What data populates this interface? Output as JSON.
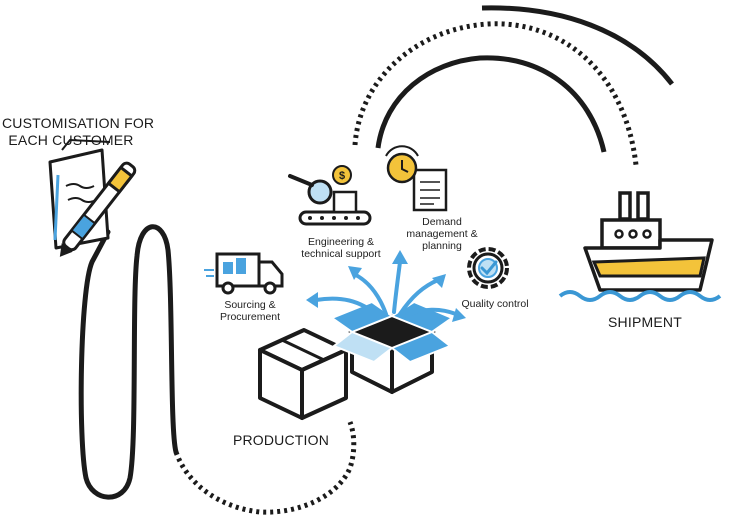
{
  "labels": {
    "customisation": [
      "CUSTOMISATION FOR",
      "EACH CUSTOMER"
    ],
    "shipment": "SHIPMENT",
    "production": "PRODUCTION",
    "engineering": [
      "Engineering &",
      "technical support"
    ],
    "demand": [
      "Demand",
      "management &",
      "planning"
    ],
    "quality": "Quality control",
    "sourcing": [
      "Sourcing &",
      "Procurement"
    ]
  },
  "icons": [
    "document-pen-icon",
    "ship-icon",
    "box-icon",
    "open-box-icon",
    "truck-icon",
    "magnifier-conveyor-icon",
    "clock-document-icon",
    "gear-check-icon",
    "flow-path-line"
  ],
  "colors": {
    "dark": "#1b1b1b",
    "blue": "#4aa3df",
    "light_blue": "#bfe0f4",
    "yellow": "#f3c33a",
    "water": "#3a97d4"
  }
}
